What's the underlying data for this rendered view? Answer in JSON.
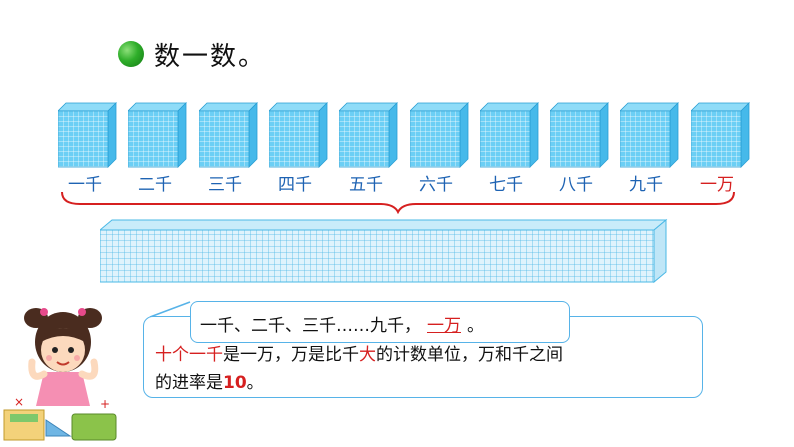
{
  "heading": {
    "title": "数一数。"
  },
  "cubes": {
    "count": 10,
    "labels": [
      "一千",
      "二千",
      "三千",
      "四千",
      "五千",
      "六千",
      "七千",
      "八千",
      "九千",
      "一万"
    ],
    "highlight_last": true
  },
  "explanation": {
    "line1_text": "一千、二千、三千……九千，",
    "line1_answer": "一万",
    "line1_end": "。",
    "line2_a": "十个一千",
    "line2_b": "是一万，万是比千",
    "line2_c": "大",
    "line2_d": "的计数单位，万和千之间",
    "line3_a": "的进率是",
    "line3_b": "10",
    "line3_c": "。"
  },
  "colors": {
    "cube": "#3ab6ea",
    "label": "#1e63b3",
    "accent": "#d62020",
    "border": "#57b3e8"
  }
}
